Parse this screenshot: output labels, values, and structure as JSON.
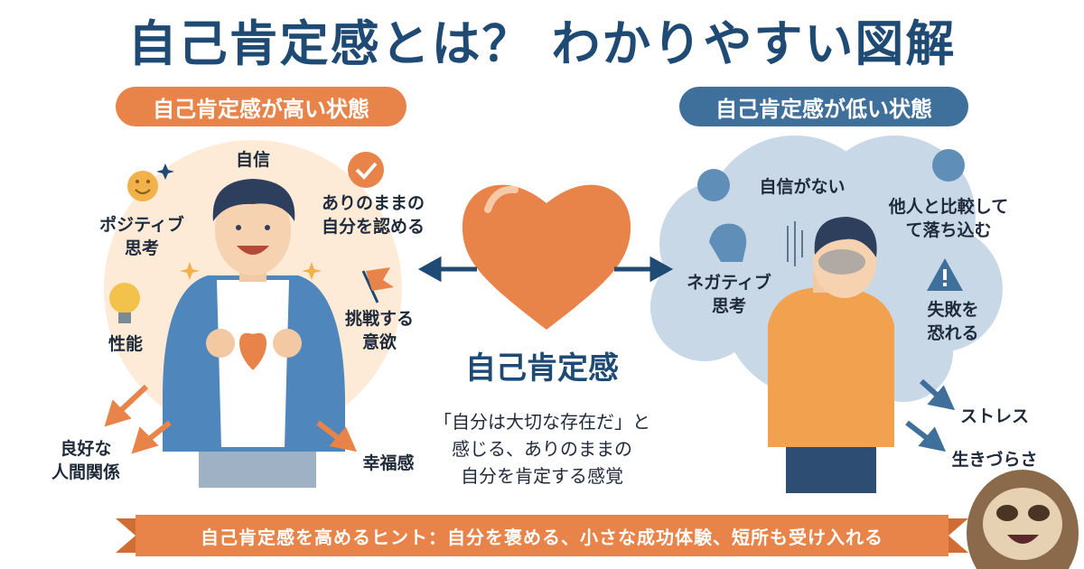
{
  "title": "自己肯定感とは？ わかりやすい図解",
  "high": {
    "heading": "自己肯定感が高い状態",
    "items": {
      "confidence": "自信",
      "positive_1": "ポジティブ",
      "positive_2": "思考",
      "accept_1": "ありのままの",
      "accept_2": "自分を認める",
      "performance": "性能",
      "challenge_1": "挑戦する",
      "challenge_2": "意欲",
      "relations_1": "良好な",
      "relations_2": "人間関係",
      "happiness": "幸福感"
    }
  },
  "low": {
    "heading": "自己肯定感が低い状態",
    "items": {
      "no_confidence": "自信がない",
      "compare_1": "他人と比較して",
      "compare_2": "て落ち込む",
      "negative_1": "ネガティブ",
      "negative_2": "思考",
      "fear_1": "失敗を",
      "fear_2": "恐れる",
      "stress": "ストレス",
      "hardship": "生きづらさ"
    }
  },
  "center": {
    "title": "自己肯定感",
    "desc_1": "「自分は大切な存在だ」と",
    "desc_2": "感じる、ありのままの",
    "desc_3": "自分を肯定する感覚"
  },
  "banner": "自己肯定感を高めるヒント：自分を褒める、小さな成功体験、短所も受け入れる",
  "colors": {
    "orange": "#e8844a",
    "blue": "#3f6f9b",
    "navy": "#1e4a73",
    "cloud": "#c9d8e6",
    "glow": "#fbe9d4"
  }
}
